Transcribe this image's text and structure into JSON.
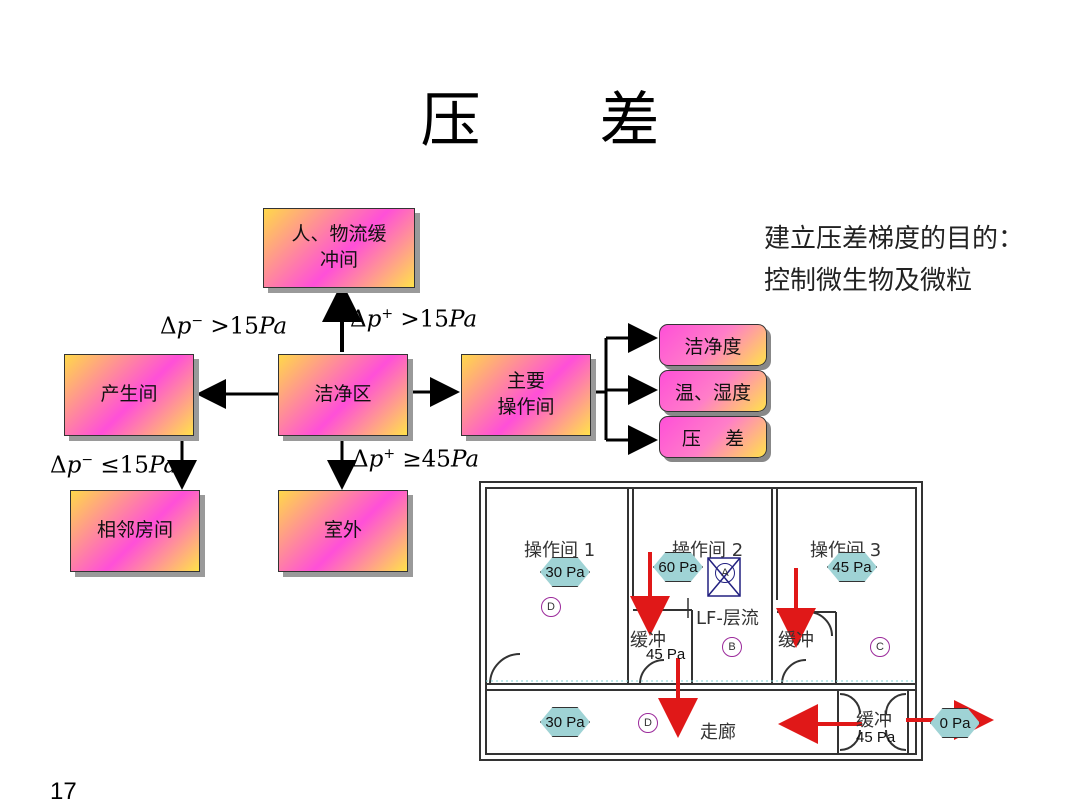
{
  "title": "压  差",
  "page_number": "17",
  "purpose": {
    "line1": "建立压差梯度的目的：",
    "line2": "控制微生物及微粒"
  },
  "flow": {
    "buffer_room": {
      "line1": "人、物流缓",
      "line2": "冲间"
    },
    "clean_area": "洁净区",
    "dust_room": "产生间",
    "adjacent_room": "相邻房间",
    "outdoor": "室外",
    "main_operation": {
      "line1": "主要",
      "line2": "操作间"
    },
    "targets": [
      "洁净度",
      "温、湿度",
      "压    差"
    ]
  },
  "equations": {
    "to_dust_room": {
      "delta": "Δ",
      "var": "p",
      "sign": "−",
      "op": " >15",
      "unit": "Pa"
    },
    "to_buffer": {
      "delta": "Δ",
      "var": "p",
      "sign": "+",
      "op": " >15",
      "unit": "Pa"
    },
    "to_adjacent": {
      "delta": "Δ",
      "var": "p",
      "sign": "−",
      "op": " ≤15",
      "unit": "Pa"
    },
    "to_outdoor": {
      "delta": "Δ",
      "var": "p",
      "sign": "+",
      "op": " ≥45",
      "unit": "Pa"
    }
  },
  "floor_plan": {
    "rooms": [
      "操作间 1",
      "操作间 2",
      "操作间 3"
    ],
    "corridor": "走廊",
    "laminar_flow": "LF-层流",
    "buffer": "缓冲",
    "pressures": {
      "room1": "30 Pa",
      "room2": "60 Pa",
      "room3": "45 Pa",
      "corridor": "30 Pa",
      "outside": "0 Pa",
      "buffer": "45 Pa"
    },
    "markers": {
      "d": "D",
      "b": "B",
      "c": "C",
      "a": "A"
    }
  },
  "colors": {
    "arrow_red": "#e01818",
    "hex_fill": "#9fd3d5",
    "marker_purple": "#9b2a9b"
  }
}
